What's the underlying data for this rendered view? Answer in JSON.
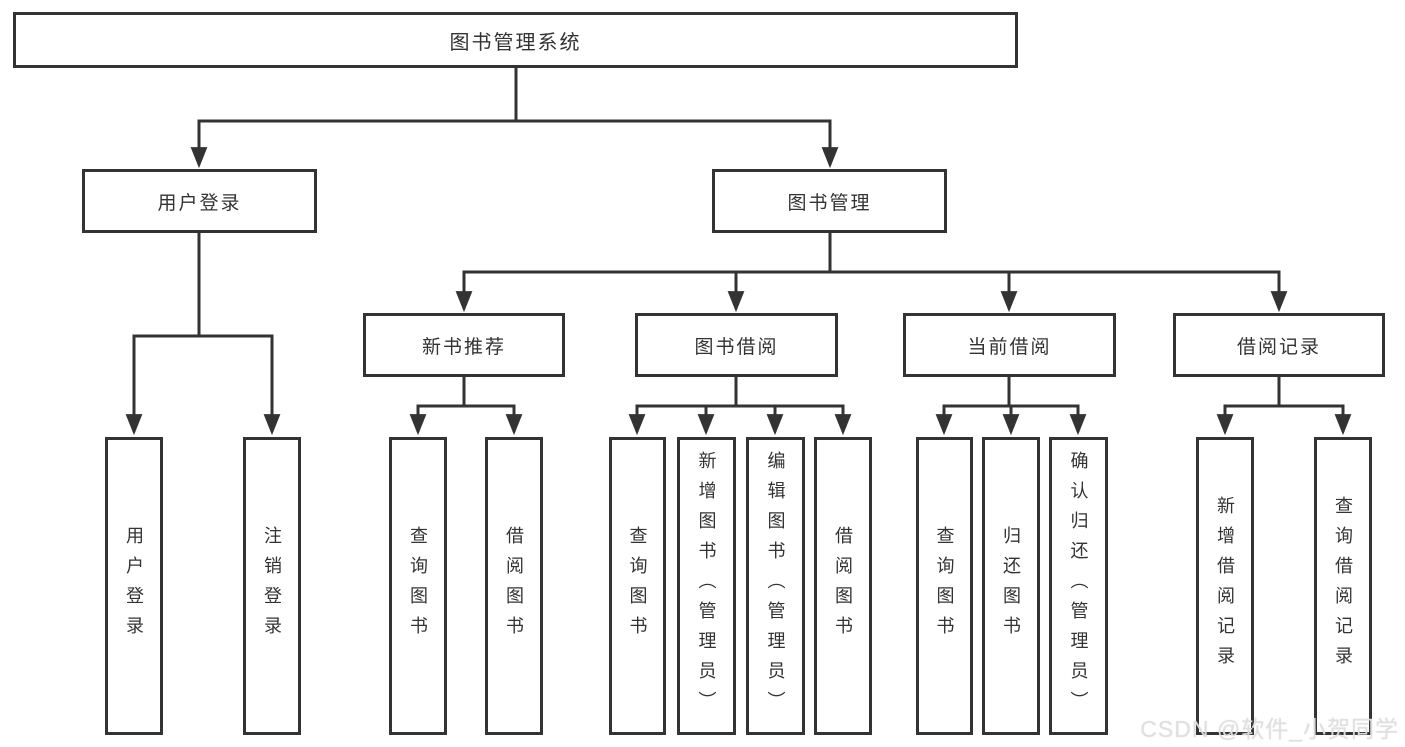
{
  "nodes": {
    "root": "图书管理系统",
    "user_login": "用户登录",
    "book_management": "图书管理",
    "new_book_recommend": "新书推荐",
    "book_borrow": "图书借阅",
    "current_borrow": "当前借阅",
    "borrow_records": "借阅记录",
    "login": "用户登录",
    "logout": "注销登录",
    "nb_query_books": "查询图书",
    "nb_borrow_books": "借阅图书",
    "bb_query_books": "查询图书",
    "bb_add_books": "新增图书（管理员）",
    "bb_edit_books": "编辑图书（管理员）",
    "bb_borrow_books": "借阅图书",
    "cb_query_books": "查询图书",
    "cb_return_books": "归还图书",
    "cb_confirm_return": "确认归还（管理员）",
    "br_add_record": "新增借阅记录",
    "br_query_record": "查询借阅记录"
  },
  "watermark": "CSDN @软件_小贺同学",
  "colors": {
    "line": "#333333",
    "text": "#333333",
    "box_background": "#ffffff",
    "watermark": "#e0e0e0",
    "background": "#ffffff"
  }
}
